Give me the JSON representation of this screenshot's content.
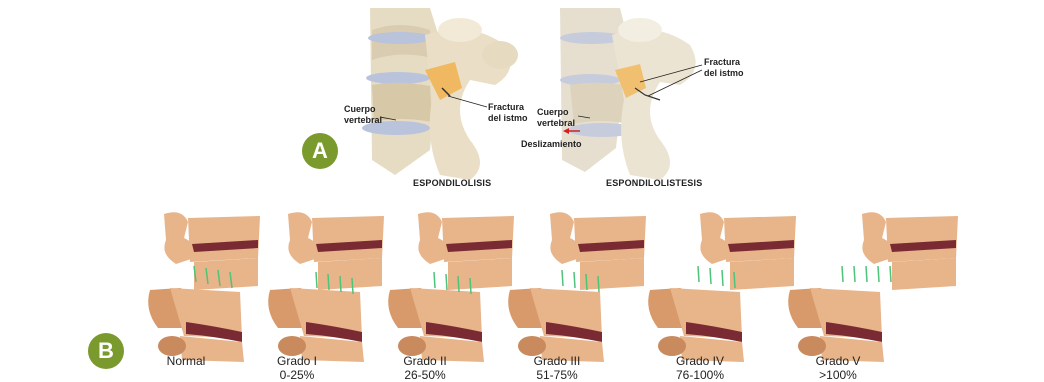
{
  "panel_a": {
    "badge": "A",
    "left": {
      "title": "ESPONDILOLISIS",
      "label_body": [
        "Cuerpo",
        "vertebral"
      ],
      "label_fracture": [
        "Fractura",
        "del istmo"
      ]
    },
    "right": {
      "title": "ESPONDILOLISTESIS",
      "label_body": [
        "Cuerpo",
        "vertebral"
      ],
      "label_fracture": [
        "Fractura",
        "del istmo"
      ],
      "label_slip": "Deslizamiento"
    }
  },
  "panel_b": {
    "badge": "B",
    "grades": [
      {
        "name": "Normal",
        "range": ""
      },
      {
        "name": "Grado I",
        "range": "0-25%"
      },
      {
        "name": "Grado II",
        "range": "26-50%"
      },
      {
        "name": "Grado III",
        "range": "51-75%"
      },
      {
        "name": "Grado IV",
        "range": "76-100%"
      },
      {
        "name": "Grado V",
        "range": ">100%"
      }
    ]
  },
  "colors": {
    "badge_green": "#7a9a2e",
    "bone": "#e8b48a",
    "bone_shade": "#c98a5e",
    "disc": "#7a2a32",
    "measure_green": "#4fc37a",
    "slip_arrow": "#d42020"
  }
}
